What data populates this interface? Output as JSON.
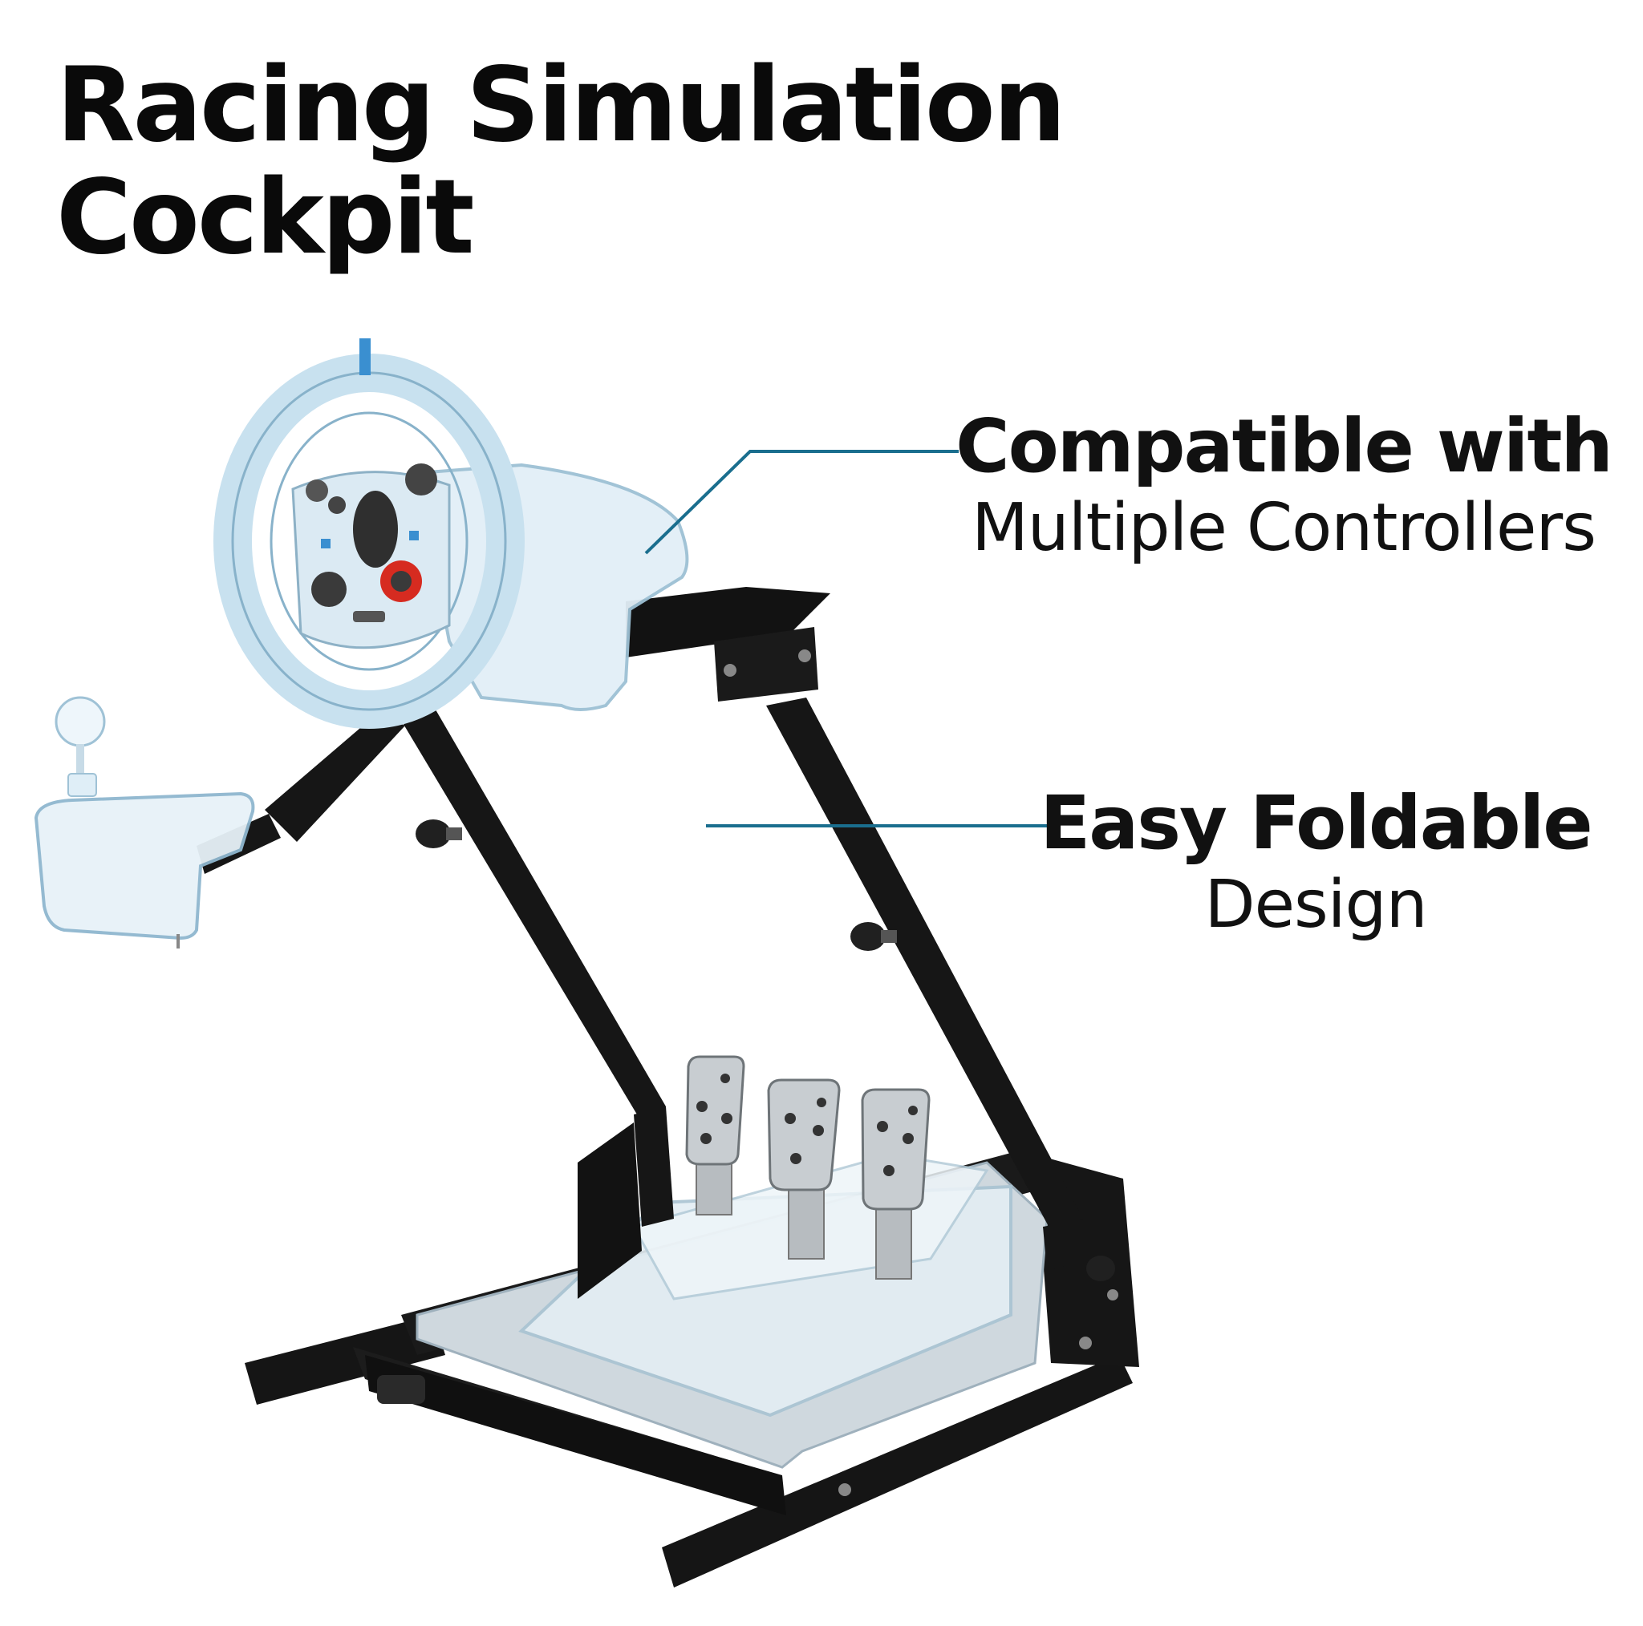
{
  "title": {
    "line1": "Racing Simulation",
    "line2": "Cockpit"
  },
  "features": [
    {
      "bold": "Compatible with",
      "light": "Multiple Controllers"
    },
    {
      "bold": "Easy Foldable",
      "light": "Design"
    }
  ],
  "colors": {
    "callout_line": "#1a6e8e",
    "frame": "#141414",
    "acrylic": "#d4eaf5",
    "accent_blue": "#3a8fd0",
    "accent_red": "#d62b20"
  }
}
